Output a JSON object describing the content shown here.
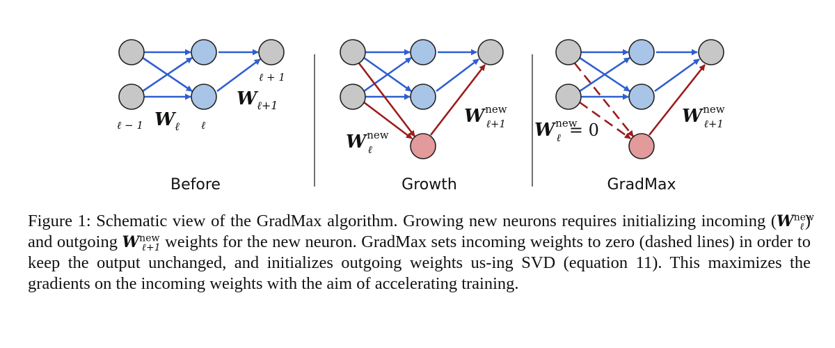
{
  "colors": {
    "gray_node": "#c7c7c7",
    "blue_node": "#a8c4e6",
    "red_node": "#e39a9a",
    "blue_edge": "#2e5fd0",
    "red_edge": "#9b1c1c"
  },
  "panels": {
    "before": {
      "title": "Before",
      "layer_prev": "ℓ − 1",
      "layer_cur": "ℓ",
      "layer_next": "ℓ + 1",
      "w_l": "W",
      "w_l_sub": "ℓ",
      "w_l1": "W",
      "w_l1_sub": "ℓ+1"
    },
    "growth": {
      "title": "Growth",
      "w_new_in": "W",
      "w_new_in_sup": "new",
      "w_new_in_sub": "ℓ",
      "w_new_out": "W",
      "w_new_out_sup": "new",
      "w_new_out_sub": "ℓ+1"
    },
    "gradmax": {
      "title": "GradMax",
      "w_new_in": "W",
      "w_new_in_sup": "new",
      "w_new_in_sub": "ℓ",
      "w_new_in_eq": "= 0",
      "w_new_out": "W",
      "w_new_out_sup": "new",
      "w_new_out_sub": "ℓ+1"
    }
  },
  "caption": {
    "p1": "Figure 1: Schematic view of the GradMax algorithm. Growing new neurons requires initializing incoming (",
    "m1": "W",
    "m1_sup": "new",
    "m1_sub": "ℓ",
    "p2": ") and outgoing ",
    "m2": "W",
    "m2_sup": "new",
    "m2_sub": "ℓ+1",
    "p3": " weights for the new neuron. GradMax sets incoming weights to zero (dashed lines) in order to keep the output unchanged, and initializes outgoing weights us-ing SVD (equation 11). This maximizes the gradients on the incoming weights with the aim of accelerating training."
  }
}
